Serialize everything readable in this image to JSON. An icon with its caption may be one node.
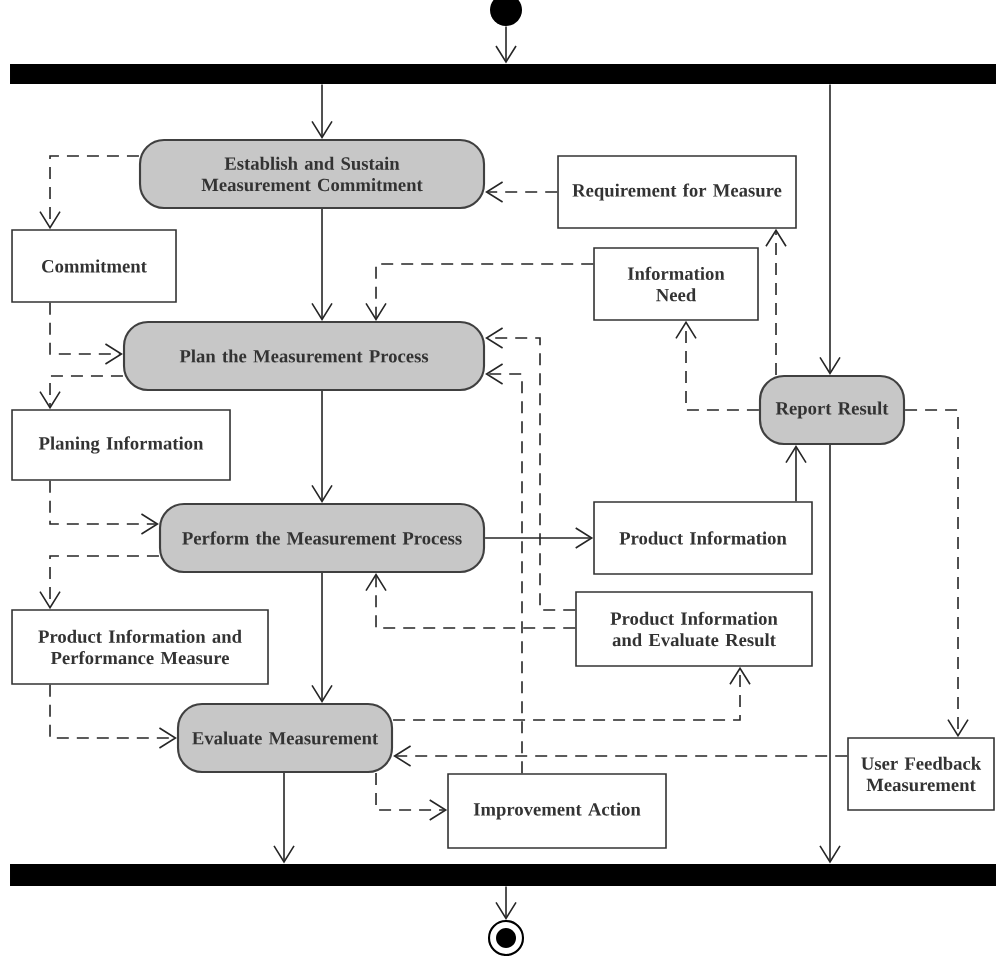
{
  "diagram": {
    "nodes": [
      {
        "text": [],
        "shape": "circle"
      },
      {
        "text": [],
        "shape": "bar"
      },
      {
        "text": [
          "Establish and Sustain Measurement Commitment"
        ]
      },
      {
        "text": [
          "Commitment"
        ]
      },
      {
        "text": [
          "Requirement for Measure"
        ]
      },
      {
        "text": [
          "Information Need"
        ]
      },
      {
        "text": [
          "Plan the Measurement Process"
        ]
      },
      {
        "text": [
          "Planing Information"
        ]
      },
      {
        "text": [
          "Report Result"
        ]
      },
      {
        "text": [
          "Perform the Measurement Process"
        ]
      },
      {
        "text": [
          "Product Information"
        ]
      },
      {
        "text": [
          "Product Information and Performance Measure"
        ]
      },
      {
        "text": [
          "Product Information and Evaluate Result"
        ]
      },
      {
        "text": [
          "Evaluate Measurement"
        ]
      },
      {
        "text": [
          "User Feedback Measurement"
        ]
      },
      {
        "text": [
          "Improvement Action"
        ]
      },
      {
        "text": [],
        "shape": "bar"
      },
      {
        "text": [],
        "shape": "circle"
      }
    ],
    "edges": [
      {
        "from": 0,
        "to": 1,
        "arrow": "to"
      },
      {
        "from": 1,
        "to": 2,
        "arrow": "to"
      },
      {
        "from": 1,
        "to": 8,
        "arrow": "to"
      },
      {
        "from": 2,
        "to": 6,
        "arrow": "to"
      },
      {
        "from": 6,
        "to": 9,
        "arrow": "to"
      },
      {
        "from": 9,
        "to": 13,
        "arrow": "to"
      },
      {
        "from": 13,
        "to": 16,
        "arrow": "to"
      },
      {
        "from": 8,
        "to": 16,
        "arrow": "to"
      },
      {
        "from": 16,
        "to": 17,
        "arrow": "to"
      },
      {
        "from": 2,
        "to": 3,
        "arrow": "to",
        "style": "dashed"
      },
      {
        "from": 3,
        "to": 6,
        "arrow": "to",
        "style": "dashed"
      },
      {
        "from": 6,
        "to": 7,
        "arrow": "to",
        "style": "dashed"
      },
      {
        "from": 7,
        "to": 9,
        "arrow": "to",
        "style": "dashed"
      },
      {
        "from": 9,
        "to": 11,
        "arrow": "to",
        "style": "dashed"
      },
      {
        "from": 11,
        "to": 13,
        "arrow": "to",
        "style": "dashed"
      },
      {
        "from": 4,
        "to": 2,
        "arrow": "to",
        "style": "dashed"
      },
      {
        "from": 8,
        "to": 4,
        "arrow": "to",
        "style": "dashed"
      },
      {
        "from": 8,
        "to": 5,
        "arrow": "to",
        "style": "dashed"
      },
      {
        "from": 5,
        "to": 6,
        "arrow": "to",
        "style": "dashed"
      },
      {
        "from": 8,
        "to": 14,
        "arrow": "to",
        "style": "dashed"
      },
      {
        "from": 14,
        "to": 13,
        "arrow": "to",
        "style": "dashed"
      },
      {
        "from": 13,
        "to": 12,
        "arrow": "to",
        "style": "dashed"
      },
      {
        "from": 12,
        "to": 6,
        "arrow": "to",
        "style": "dashed"
      },
      {
        "from": 15,
        "to": 6,
        "arrow": "to",
        "style": "dashed"
      },
      {
        "from": 12,
        "to": 9,
        "arrow": "to",
        "style": "dashed"
      },
      {
        "from": 9,
        "to": 10,
        "arrow": "to"
      },
      {
        "from": 10,
        "to": 8,
        "arrow": "to"
      },
      {
        "from": 13,
        "to": 15,
        "arrow": "to",
        "style": "dashed"
      }
    ]
  }
}
